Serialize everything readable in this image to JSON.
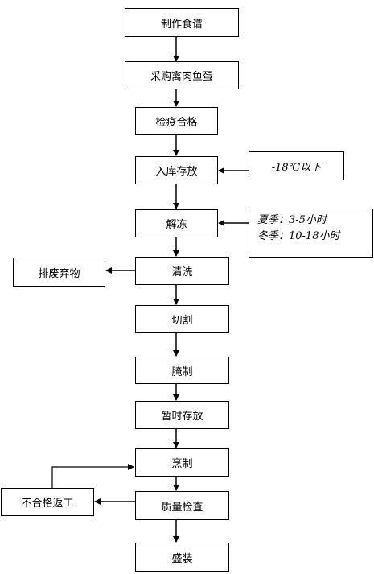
{
  "flow": {
    "steps": [
      "制作食谱",
      "采购禽肉鱼蛋",
      "检疫合格",
      "入库存放",
      "解冻",
      "清洗",
      "切割",
      "腌制",
      "暂时存放",
      "烹制",
      "质量检查",
      "盛装"
    ],
    "side_boxes": {
      "storage_temp": "-18℃以下",
      "thaw_summer": "夏季：3-5小时",
      "thaw_winter": "冬季：10-18小时",
      "discard_waste": "排废弃物",
      "rework": "不合格返工"
    }
  },
  "colors": {
    "line": "#000000",
    "box_border": "#000000",
    "background": "#ffffff"
  }
}
